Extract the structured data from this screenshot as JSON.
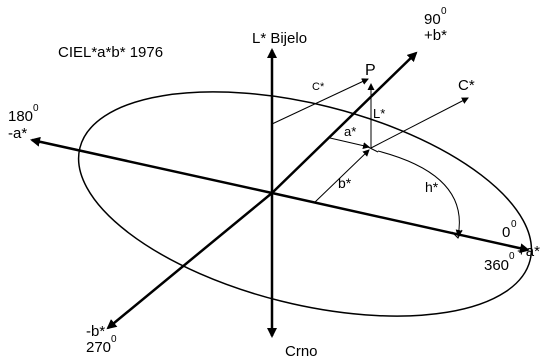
{
  "title": "CIEL*a*b* 1976",
  "axes": {
    "lightness_top": "L* Bijelo",
    "lightness_bottom": "Crno",
    "a_positive": "+a*",
    "a_negative": "-a*",
    "b_positive": "+b*",
    "b_negative": "-b*"
  },
  "angles": {
    "deg_90": "90",
    "deg_180": "180",
    "deg_270": "270",
    "deg_0": "0",
    "deg_360": "360",
    "degree_mark": "0"
  },
  "point": {
    "name": "P",
    "L_label": "L*",
    "a_label": "a*",
    "b_label": "b*",
    "C_label_small": "C*",
    "C_label_large": "C*",
    "h_label": "h*"
  },
  "colors": {
    "ink": "#000000",
    "background": "#ffffff"
  }
}
